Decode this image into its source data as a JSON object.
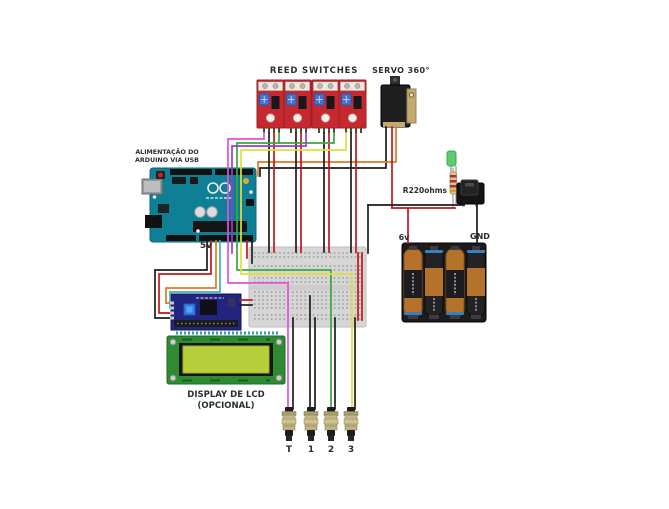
{
  "diagram": {
    "labels": {
      "reed_switches": "REED SWITCHES",
      "servo": "SERVO 360°",
      "arduino_power": [
        "ALIMENTAÇÃO DO",
        "ARDUINO VIA USB"
      ],
      "arduino_5v": "5v",
      "resistor": "R220ohms",
      "battery_6v": "6v",
      "battery_gnd": "GND",
      "lcd": [
        "DISPLAY DE LCD",
        "(OPCIONAL)"
      ],
      "connectors": [
        "T",
        "1",
        "2",
        "3"
      ]
    },
    "colors": {
      "wire_red": "#c01818",
      "wire_black": "#1c1c1c",
      "wire_magenta": "#e052d8",
      "wire_purple": "#9a3dcc",
      "wire_green": "#3aa642",
      "wire_yellow": "#e3de39",
      "wire_cyan": "#35b8b0",
      "wire_orange": "#e0791f",
      "wire_lead_gray": "#8a8a8a",
      "arduino_board": "#0e7f95",
      "reed_module_pcb": "#c5282f",
      "breadboard": "#d6d6d6",
      "i2c_module": "#232380",
      "lcd_board": "#2e8b33",
      "lcd_screen": "#b6cf3a",
      "battery_copper": "#b5722a",
      "led_green": "#5ecb6f"
    }
  }
}
